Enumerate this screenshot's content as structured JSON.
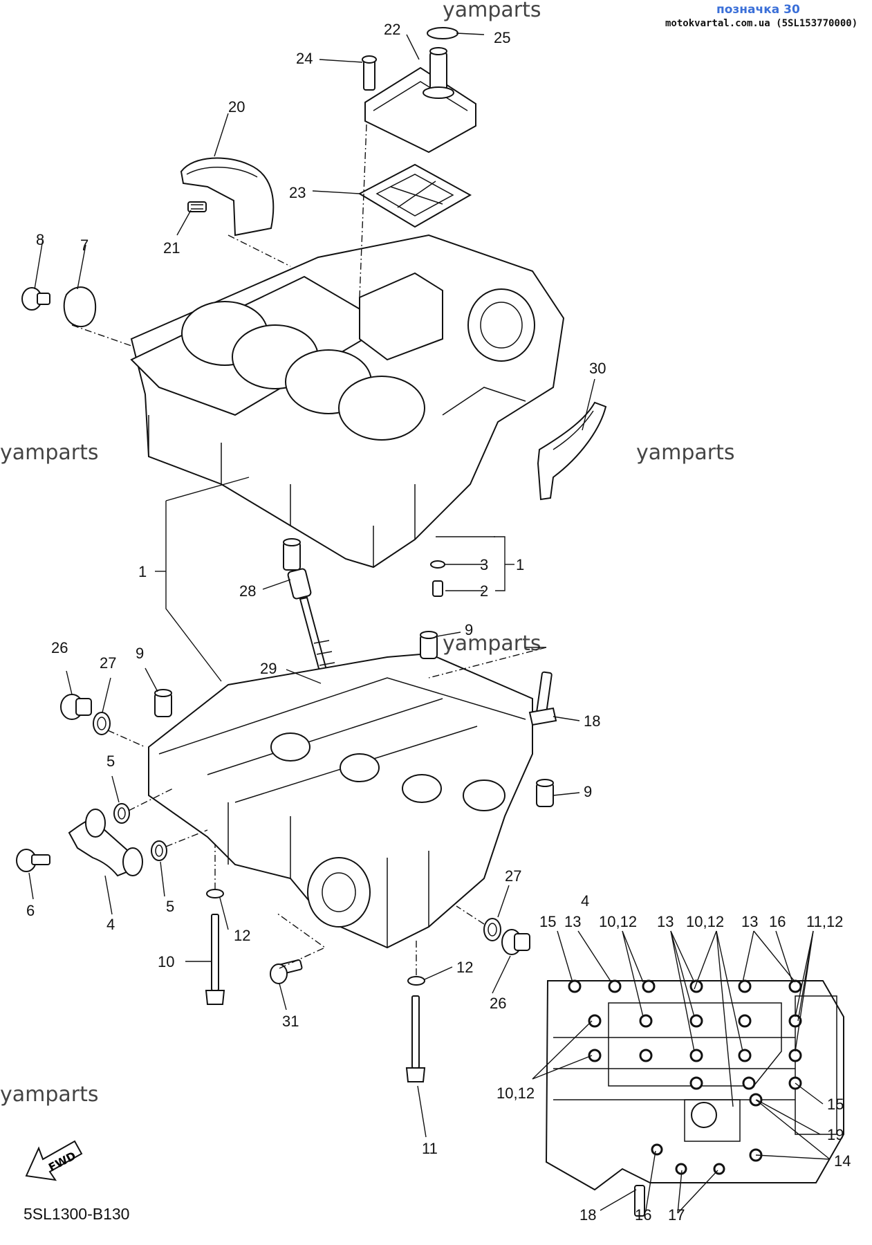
{
  "header": {
    "title": "позначка 30",
    "source": "motokvartal.com.ua (5SL153770000)"
  },
  "watermark": "yamparts",
  "diagram_code": "5SL1300-B130",
  "fwd_label": "FWD",
  "callouts": {
    "c1a": "1",
    "c1b": "1",
    "c2": "2",
    "c3": "3",
    "c4a": "4",
    "c4b": "4",
    "c5a": "5",
    "c5b": "5",
    "c6": "6",
    "c7": "7",
    "c8": "8",
    "c9a": "9",
    "c9b": "9",
    "c9c": "9",
    "c10": "10",
    "c11": "11",
    "c12a": "12",
    "c12b": "12",
    "c18a": "18",
    "c20": "20",
    "c21": "21",
    "c22": "22",
    "c23": "23",
    "c24": "24",
    "c25": "25",
    "c26a": "26",
    "c26b": "26",
    "c27a": "27",
    "c27b": "27",
    "c28": "28",
    "c29": "29",
    "c30": "30",
    "c31": "31"
  },
  "inset_callouts": {
    "i15a": "15",
    "i13a": "13",
    "i1012a": "10,12",
    "i13b": "13",
    "i1012b": "10,12",
    "i13c": "13",
    "i16a": "16",
    "i1112": "11,12",
    "i1012c": "10,12",
    "i15b": "15",
    "i19": "19",
    "i14": "14",
    "i18": "18",
    "i16b": "16",
    "i17": "17"
  }
}
